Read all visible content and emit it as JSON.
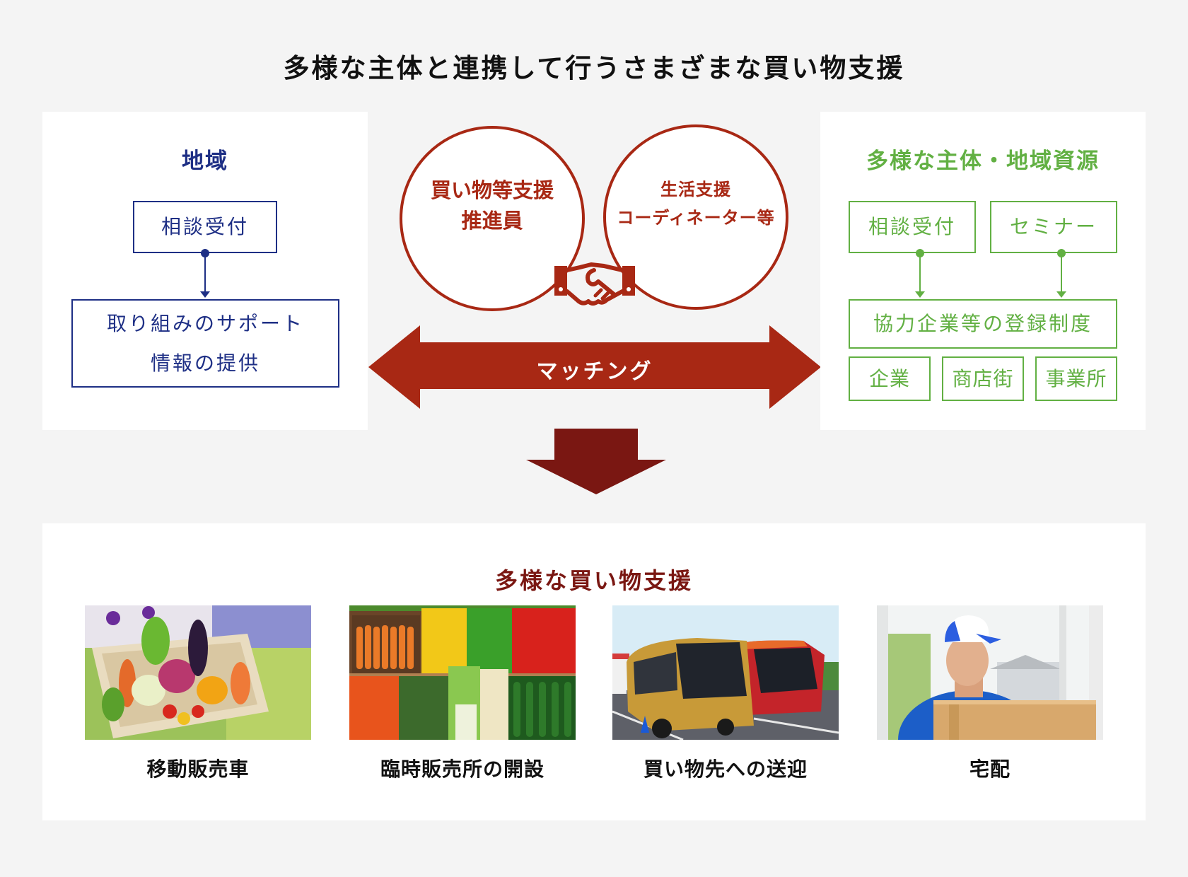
{
  "title": "多様な主体と連携して行うさまざまな買い物支援",
  "colors": {
    "navy": "#1e2f85",
    "green": "#62b043",
    "red": "#a82814",
    "dark_red": "#7a1712",
    "background": "#f4f4f4"
  },
  "left_panel": {
    "heading": "地域",
    "box_top": "相談受付",
    "box_bottom": {
      "line1": "取り組みのサポート",
      "line2": "情報の提供"
    }
  },
  "center": {
    "circle_left": {
      "line1": "買い物等支援",
      "line2": "推進員"
    },
    "circle_right": {
      "line1": "生活支援",
      "line2": "コーディネーター等"
    },
    "icon": "handshake-icon",
    "matching_label": "マッチング"
  },
  "right_panel": {
    "heading": "多様な主体・地域資源",
    "box_top_left": "相談受付",
    "box_top_right": "セミナー",
    "box_middle": "協力企業等の登録制度",
    "box_small": [
      "企業",
      "商店街",
      "事業所"
    ]
  },
  "bottom_panel": {
    "heading": "多様な買い物支援",
    "items": [
      {
        "caption": "移動販売車",
        "image": "vegetable-basket-photo"
      },
      {
        "caption": "臨時販売所の開設",
        "image": "produce-stand-photo"
      },
      {
        "caption": "買い物先への送迎",
        "image": "buses-photo"
      },
      {
        "caption": "宅配",
        "image": "delivery-man-photo"
      }
    ]
  }
}
